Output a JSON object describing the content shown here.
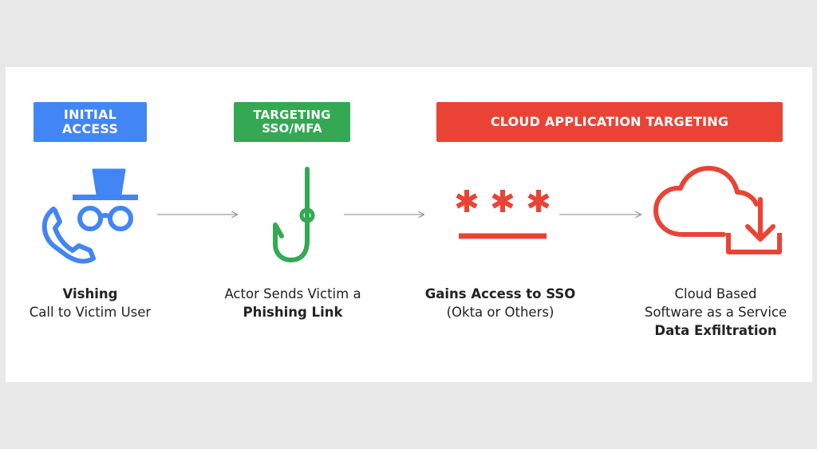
{
  "colors": {
    "blue": "#4285f4",
    "green": "#34a853",
    "red": "#ea4335",
    "arrow": "#9e9e9e"
  },
  "badges": {
    "initial_access": "INITIAL ACCESS",
    "targeting_line1": "TARGETING",
    "targeting_line2": "SSO/MFA",
    "cloud_targeting": "CLOUD APPLICATION TARGETING"
  },
  "icons": [
    "spy-phone-icon",
    "fishing-hook-icon",
    "password-icon",
    "cloud-download-icon"
  ],
  "steps": [
    {
      "line1": "Vishing",
      "line2": "Call to Victim User"
    },
    {
      "line1": "Actor Sends Victim a",
      "line2": "Phishing Link"
    },
    {
      "line1": "Gains Access to SSO",
      "line2": "(Okta or Others)"
    },
    {
      "line1": "Cloud Based",
      "line2": "Software as a Service",
      "line3": "Data Exfiltration"
    }
  ],
  "password_stars": "***"
}
